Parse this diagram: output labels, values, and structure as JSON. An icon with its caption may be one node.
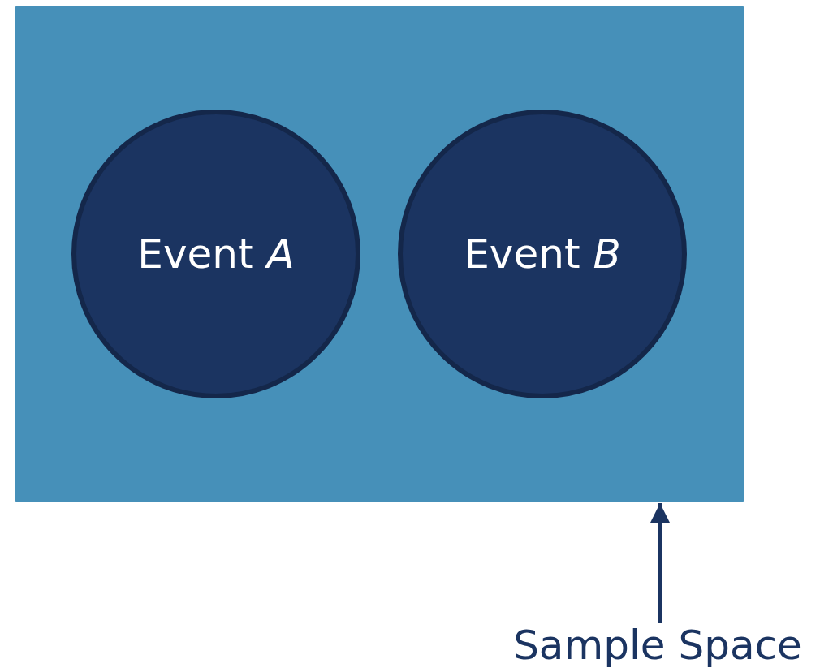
{
  "diagram": {
    "nodes": [
      {
        "text": [],
        "shape": "box"
      },
      {
        "text": [
          "Event *A*"
        ],
        "in": 0
      },
      {
        "text": [
          "Event *B*"
        ],
        "in": 0
      },
      {
        "text": [
          "Sample Space"
        ]
      }
    ],
    "edges": [
      {
        "from": 3,
        "to": 0,
        "arrow": "to"
      }
    ]
  }
}
